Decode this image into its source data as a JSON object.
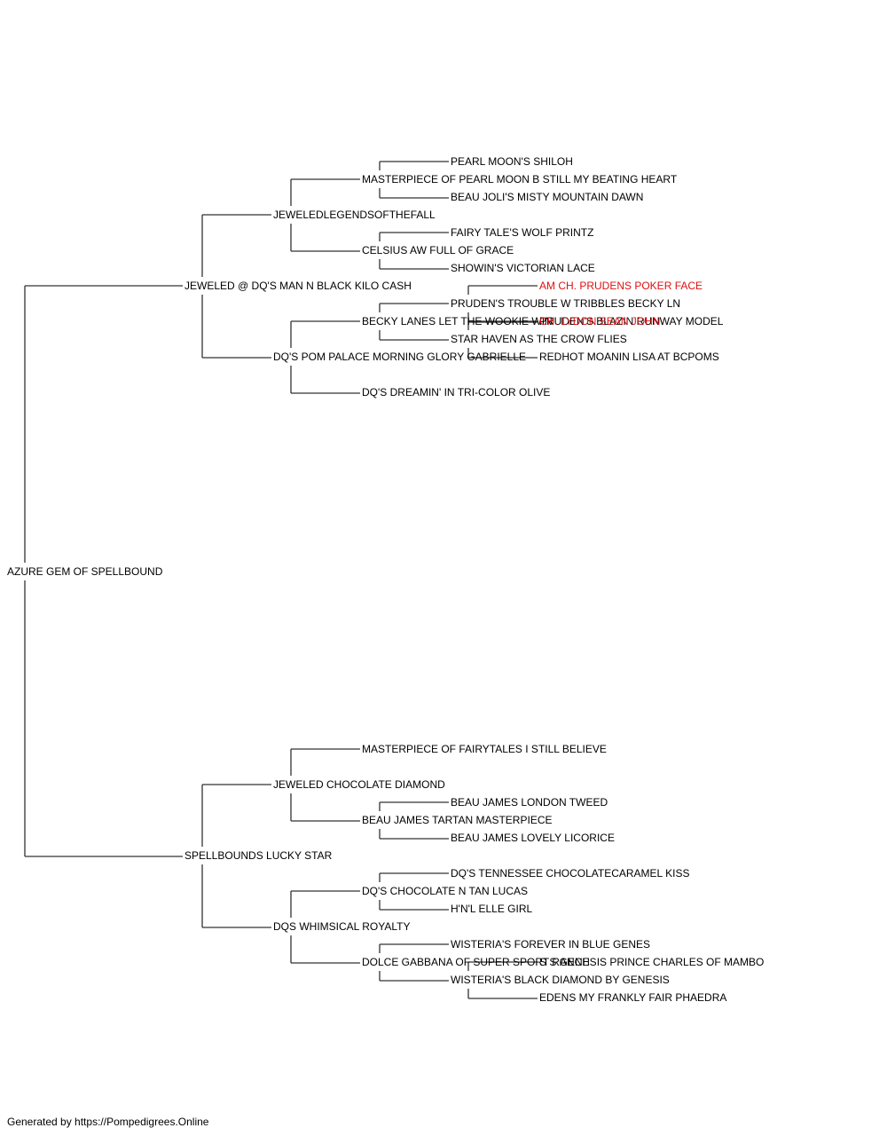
{
  "pedigree": {
    "name": "AZURE GEM OF SPELLBOUND",
    "sire": {
      "name": "JEWELED @ DQ'S MAN N BLACK KILO CASH",
      "sire": {
        "name": "JEWELEDLEGENDSOFTHEFALL",
        "sire": {
          "name": "MASTERPIECE OF PEARL MOON B STILL MY BEATING HEART",
          "sire": {
            "name": "PEARL MOON'S SHILOH"
          },
          "dam": {
            "name": "BEAU JOLI'S MISTY MOUNTAIN DAWN"
          }
        },
        "dam": {
          "name": "CELSIUS AW FULL OF GRACE",
          "sire": {
            "name": "FAIRY TALE'S WOLF PRINTZ"
          },
          "dam": {
            "name": "SHOWIN'S VICTORIAN LACE"
          }
        }
      },
      "dam": {
        "name": "DQ'S POM PALACE MORNING GLORY GABRIELLE",
        "sire": {
          "name": "BECKY LANES LET THE WOOKIE WIN",
          "sire": {
            "name": "PRUDEN'S TROUBLE W TRIBBLES BECKY LN",
            "sire": {
              "name": "AM CH. PRUDENS POKER FACE",
              "champion": true
            },
            "dam": {
              "name": "PRUDEN'S BLAZIN RUNWAY MODEL"
            }
          },
          "dam": {
            "name": "STAR HAVEN AS THE CROW FLIES",
            "sire": {
              "name": "CH. LYDON SEAN JOHN",
              "champion": true
            },
            "dam": {
              "name": "REDHOT MOANIN LISA AT BCPOMS"
            }
          }
        },
        "dam": {
          "name": "DQ'S DREAMIN' IN TRI-COLOR OLIVE"
        }
      }
    },
    "dam": {
      "name": "SPELLBOUNDS LUCKY STAR",
      "sire": {
        "name": "JEWELED CHOCOLATE DIAMOND",
        "sire": {
          "name": "MASTERPIECE OF FAIRYTALES I STILL BELIEVE"
        },
        "dam": {
          "name": "BEAU JAMES TARTAN MASTERPIECE",
          "sire": {
            "name": "BEAU JAMES LONDON TWEED"
          },
          "dam": {
            "name": "BEAU JAMES LOVELY LICORICE"
          }
        }
      },
      "dam": {
        "name": "DQS WHIMSICAL ROYALTY",
        "sire": {
          "name": "DQ'S CHOCOLATE N TAN LUCAS",
          "sire": {
            "name": "DQ'S TENNESSEE CHOCOLATECARAMEL KISS"
          },
          "dam": {
            "name": "H'N'L ELLE GIRL"
          }
        },
        "dam": {
          "name": "DOLCE GABBANA OF SUPER SPORT RANCH",
          "sire": {
            "name": "WISTERIA'S FOREVER IN BLUE GENES"
          },
          "dam": {
            "name": "WISTERIA'S BLACK DIAMOND BY GENESIS",
            "sire": {
              "name": "S S GENESIS PRINCE CHARLES OF MAMBO"
            },
            "dam": {
              "name": "EDENS MY FRANKLY FAIR PHAEDRA"
            }
          }
        }
      }
    }
  },
  "footer": "Generated by https://Pompedigrees.Online",
  "colors": {
    "text": "#000000",
    "champion": "#e01010",
    "line": "#333333"
  }
}
